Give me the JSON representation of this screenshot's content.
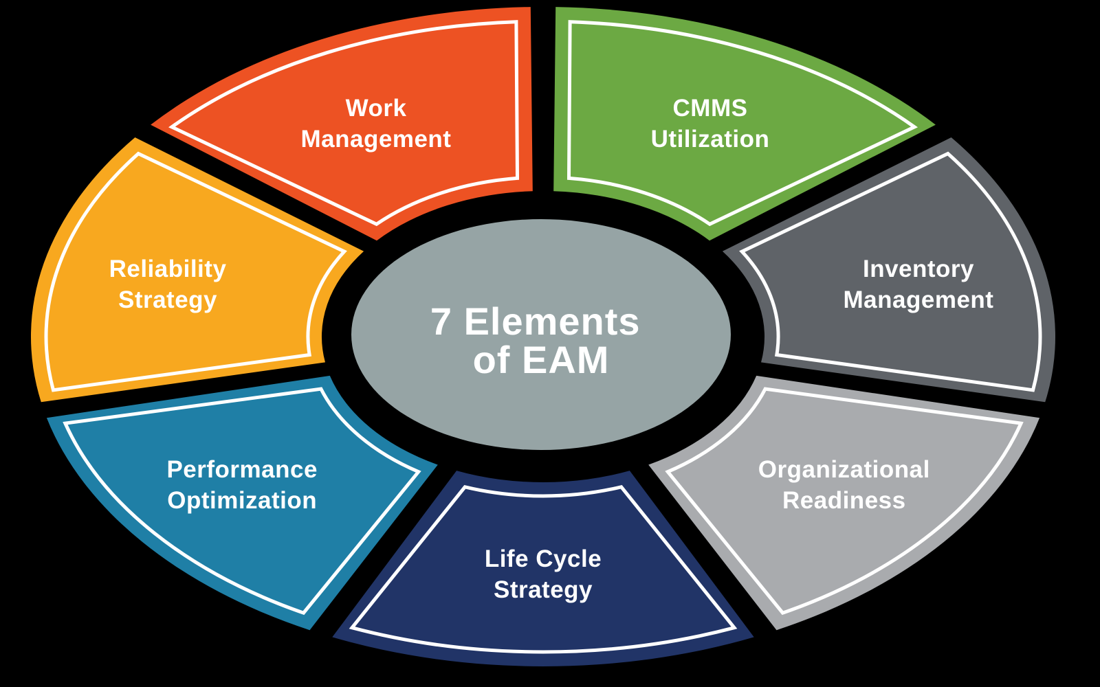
{
  "diagram": {
    "title": "7 Elements of EAM wheel",
    "background": "#000000",
    "outline_color": "#FFFFFF",
    "text_color": "#FFFFFF",
    "center": {
      "line1": "7 Elements",
      "line2": "of EAM",
      "fill": "#96A4A5"
    },
    "segments": [
      {
        "name": "cmms-utilization",
        "line1": "CMMS",
        "line2": "Utilization",
        "color": "#6CA943"
      },
      {
        "name": "inventory-management",
        "line1": "Inventory",
        "line2": "Management",
        "color": "#5F6368"
      },
      {
        "name": "organizational-readiness",
        "line1": "Organizational",
        "line2": "Readiness",
        "color": "#A9ABAE"
      },
      {
        "name": "life-cycle-strategy",
        "line1": "Life Cycle",
        "line2": "Strategy",
        "color": "#213467"
      },
      {
        "name": "performance-optimization",
        "line1": "Performance",
        "line2": "Optimization",
        "color": "#1F7FA6"
      },
      {
        "name": "reliability-strategy",
        "line1": "Reliability",
        "line2": "Strategy",
        "color": "#F8A81F"
      },
      {
        "name": "work-management",
        "line1": "Work",
        "line2": "Management",
        "color": "#ED5223"
      }
    ]
  }
}
